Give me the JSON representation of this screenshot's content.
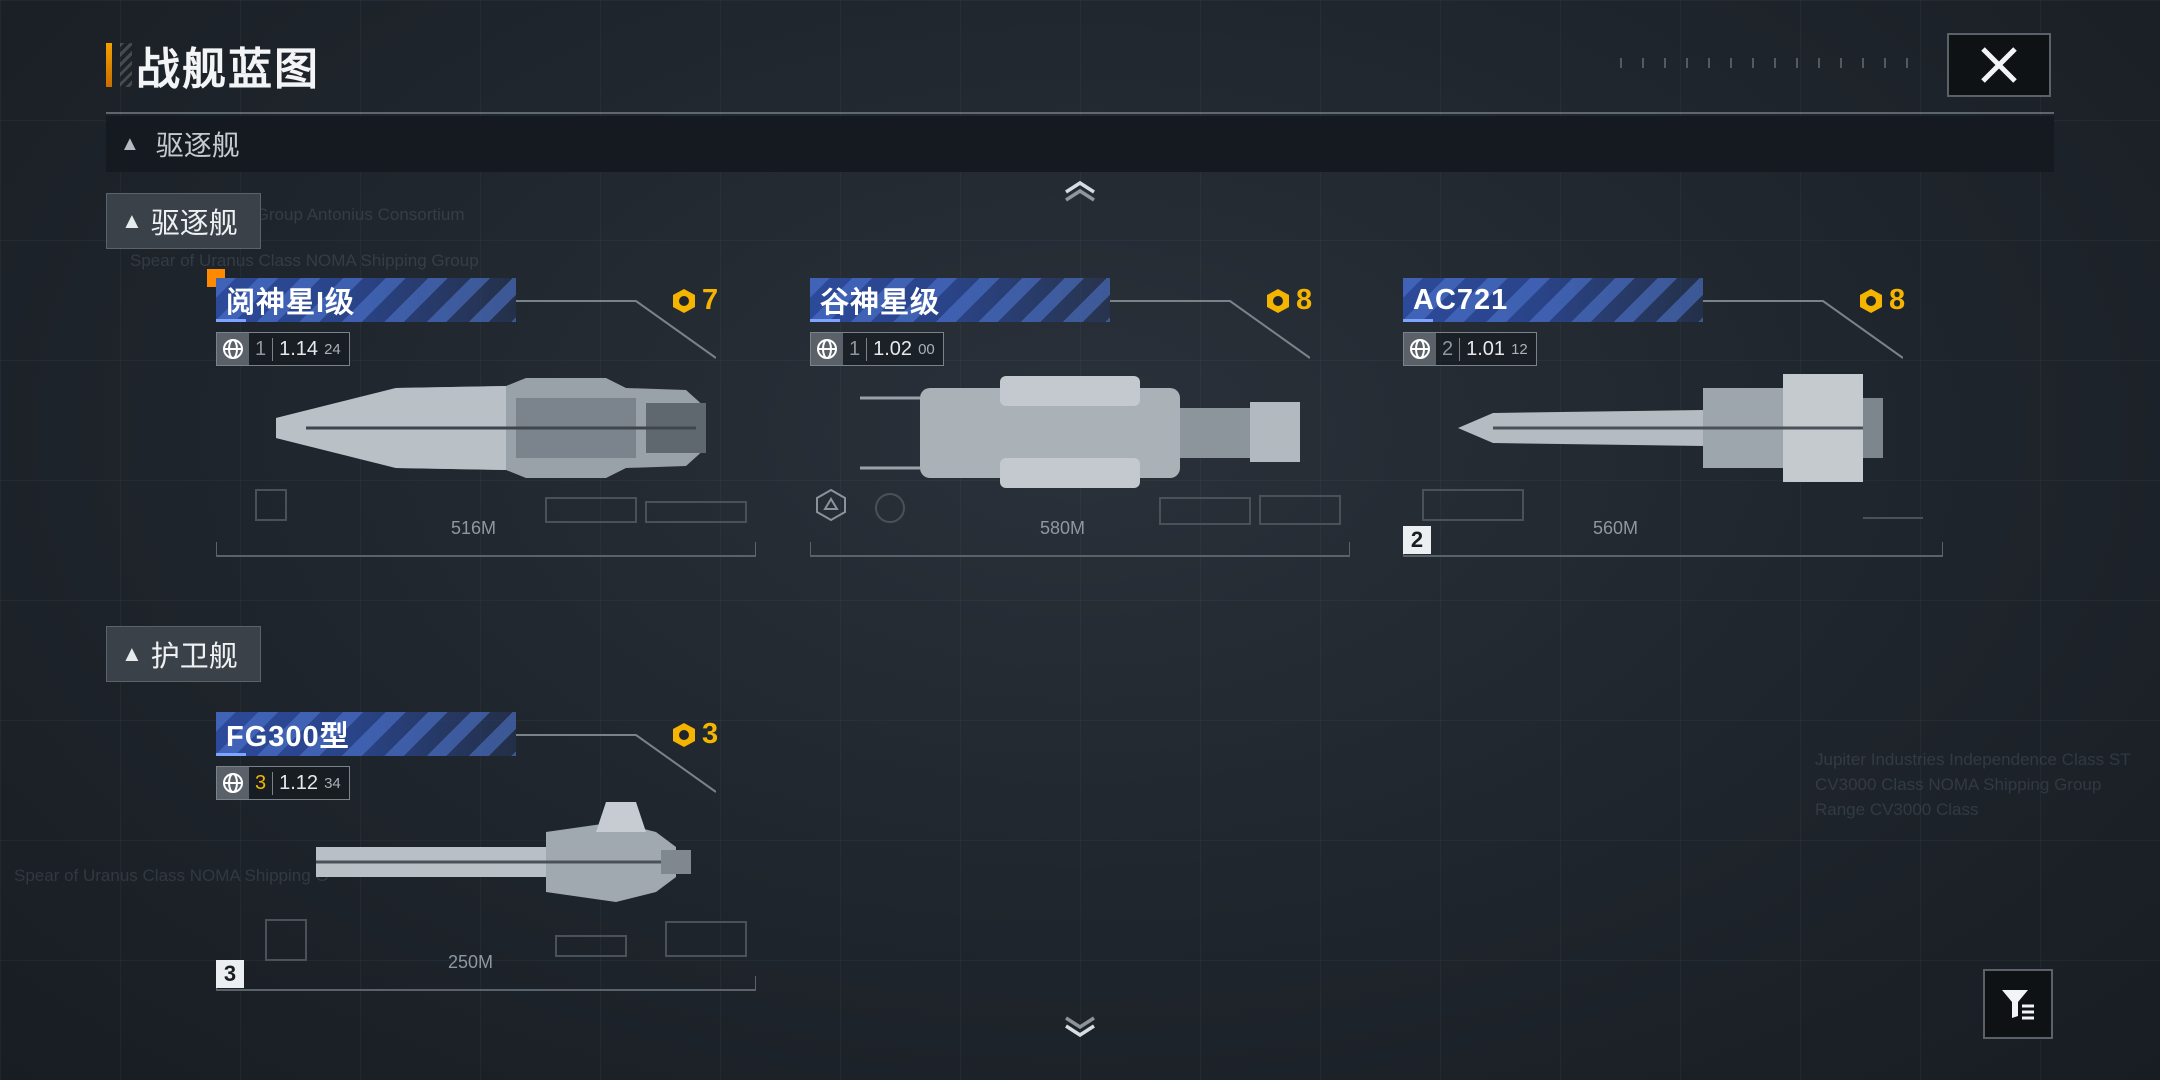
{
  "header": {
    "title": "战舰蓝图"
  },
  "category_bar": {
    "label": "驱逐舰"
  },
  "sections": [
    {
      "label": "驱逐舰",
      "ships": [
        {
          "name": "阅神星I级",
          "cost": "7",
          "tier": "1",
          "version": "1.14",
          "sub": "24",
          "length": "516M",
          "rank": ""
        },
        {
          "name": "谷神星级",
          "cost": "8",
          "tier": "1",
          "version": "1.02",
          "sub": "00",
          "length": "580M",
          "rank": ""
        },
        {
          "name": "AC721",
          "cost": "8",
          "tier": "2",
          "version": "1.01",
          "sub": "12",
          "length": "560M",
          "rank": "2"
        }
      ]
    },
    {
      "label": "护卫舰",
      "ships": [
        {
          "name": "FG300型",
          "cost": "3",
          "tier": "3",
          "version": "1.12",
          "sub": "34",
          "length": "250M",
          "rank": "3"
        }
      ]
    }
  ],
  "colors": {
    "accent": "#f4b400",
    "namebar": "#2c4a9a",
    "cursor": "#ff8a00"
  },
  "icons": [
    "close-icon",
    "chevron-up-icon",
    "chevron-down-icon",
    "filter-icon",
    "cost-badge-icon",
    "globe-icon"
  ]
}
